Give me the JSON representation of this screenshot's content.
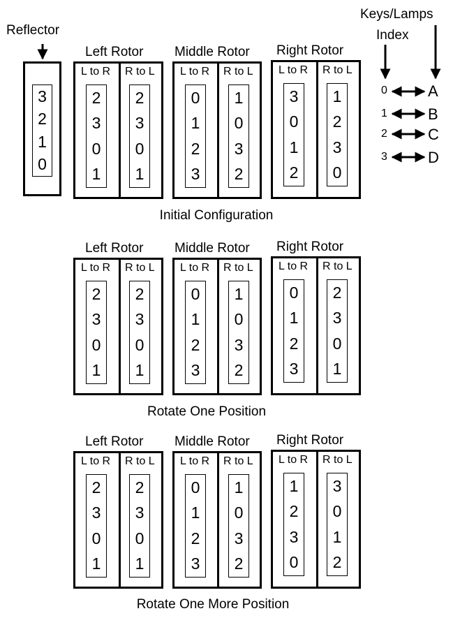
{
  "reflector": {
    "label": "Reflector",
    "values": [
      "3",
      "2",
      "1",
      "0"
    ]
  },
  "keys_header": {
    "line1": "Keys/Lamps",
    "line2": "Index"
  },
  "keys": [
    {
      "index": "0",
      "lamp": "A"
    },
    {
      "index": "1",
      "lamp": "B"
    },
    {
      "index": "2",
      "lamp": "C"
    },
    {
      "index": "3",
      "lamp": "D"
    }
  ],
  "column_headers": {
    "ltr": "L to R",
    "rtl": "R to L"
  },
  "sections": [
    {
      "caption": "Initial Configuration",
      "rotors": [
        {
          "name": "Left Rotor",
          "ltr": [
            "2",
            "3",
            "0",
            "1"
          ],
          "rtl": [
            "2",
            "3",
            "0",
            "1"
          ]
        },
        {
          "name": "Middle Rotor",
          "ltr": [
            "0",
            "1",
            "2",
            "3"
          ],
          "rtl": [
            "1",
            "0",
            "3",
            "2"
          ]
        },
        {
          "name": "Right Rotor",
          "ltr": [
            "3",
            "0",
            "1",
            "2"
          ],
          "rtl": [
            "1",
            "2",
            "3",
            "0"
          ]
        }
      ]
    },
    {
      "caption": "Rotate One Position",
      "rotors": [
        {
          "name": "Left Rotor",
          "ltr": [
            "2",
            "3",
            "0",
            "1"
          ],
          "rtl": [
            "2",
            "3",
            "0",
            "1"
          ]
        },
        {
          "name": "Middle Rotor",
          "ltr": [
            "0",
            "1",
            "2",
            "3"
          ],
          "rtl": [
            "1",
            "0",
            "3",
            "2"
          ]
        },
        {
          "name": "Right Rotor",
          "ltr": [
            "0",
            "1",
            "2",
            "3"
          ],
          "rtl": [
            "2",
            "3",
            "0",
            "1"
          ]
        }
      ]
    },
    {
      "caption": "Rotate One More Position",
      "rotors": [
        {
          "name": "Left Rotor",
          "ltr": [
            "2",
            "3",
            "0",
            "1"
          ],
          "rtl": [
            "2",
            "3",
            "0",
            "1"
          ]
        },
        {
          "name": "Middle Rotor",
          "ltr": [
            "0",
            "1",
            "2",
            "3"
          ],
          "rtl": [
            "1",
            "0",
            "3",
            "2"
          ]
        },
        {
          "name": "Right Rotor",
          "ltr": [
            "1",
            "2",
            "3",
            "0"
          ],
          "rtl": [
            "3",
            "0",
            "1",
            "2"
          ]
        }
      ]
    }
  ]
}
